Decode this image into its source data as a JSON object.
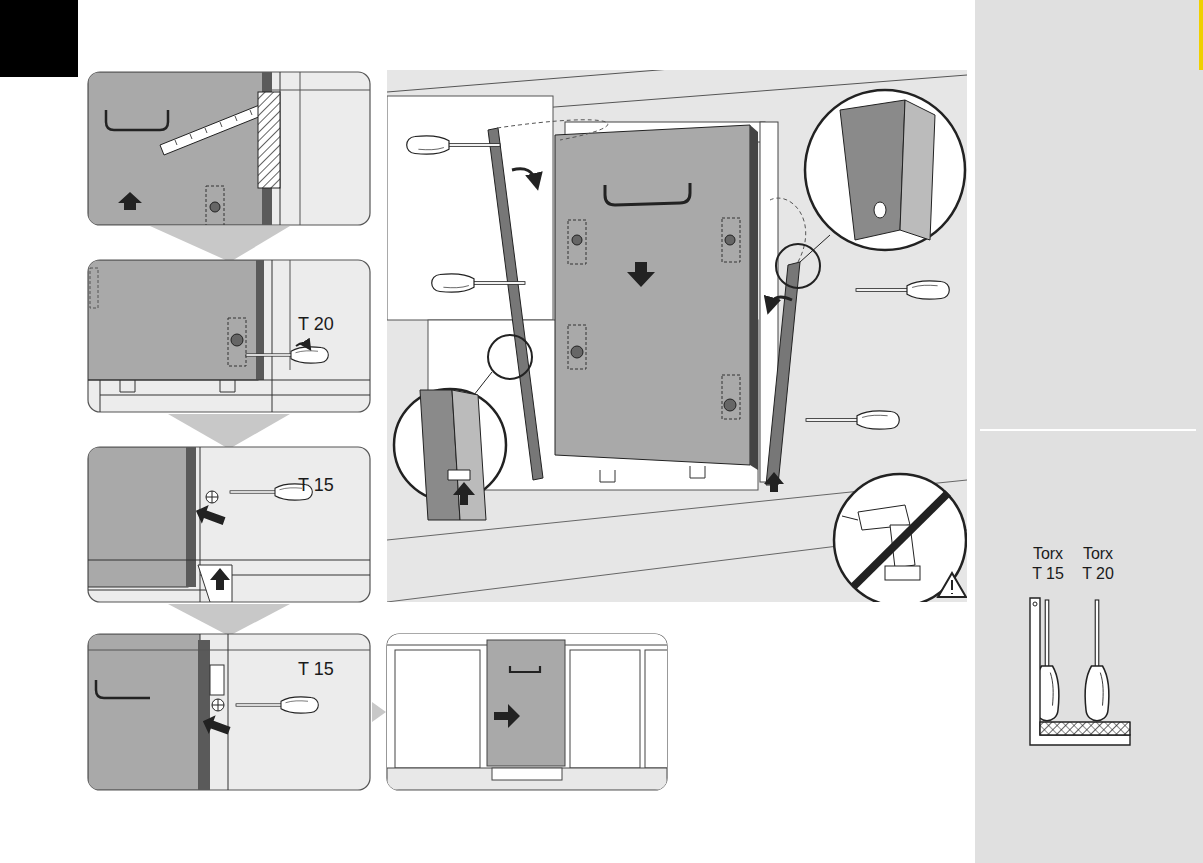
{
  "diagram": {
    "labels": [
      "T 20",
      "T 15",
      "T 15",
      "Torx T 15",
      "Torx T 20"
    ]
  }
}
